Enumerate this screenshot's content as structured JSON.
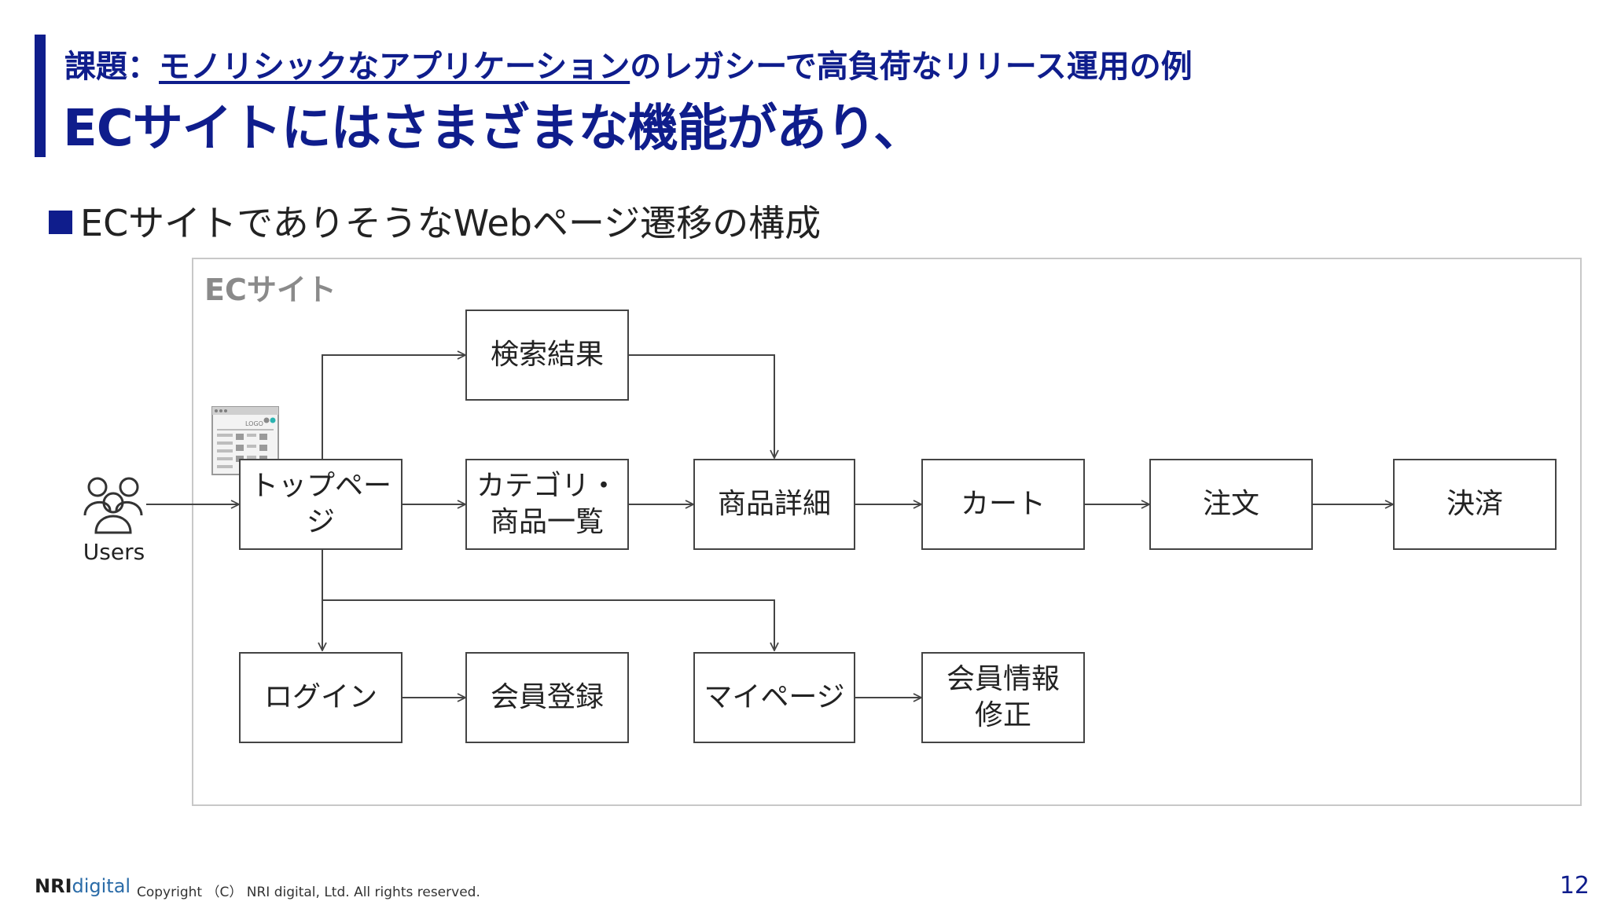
{
  "colors": {
    "accent": "#0f1d8c",
    "box_border": "#444444",
    "frame_border": "#c8c8c8",
    "frame_label": "#8a8a8a"
  },
  "header": {
    "subtitle_prefix": "課題：",
    "subtitle_link": "モノリシックなアプリケーション",
    "subtitle_suffix": "のレガシーで高負荷なリリース運用の例",
    "title": "ECサイトにはさまざまな機能があり、"
  },
  "section": {
    "title": "ECサイトでありそうなWebページ遷移の構成"
  },
  "diagram": {
    "frame_label": "ECサイト",
    "users_label": "Users",
    "nodes": {
      "top_page": "トップページ",
      "search_results": "検索結果",
      "category_list": "カテゴリ・\n商品一覧",
      "product_detail": "商品詳細",
      "cart": "カート",
      "order": "注文",
      "payment": "決済",
      "login": "ログイン",
      "member_register": "会員登録",
      "my_page": "マイページ",
      "member_edit": "会員情報\n修正"
    },
    "mockup": {
      "logo_text": "LOGO"
    }
  },
  "footer": {
    "logo_nri": "NRI",
    "logo_digital": "digital",
    "copyright": "Copyright （C） NRI digital, Ltd. All rights reserved.",
    "page_number": "12"
  }
}
